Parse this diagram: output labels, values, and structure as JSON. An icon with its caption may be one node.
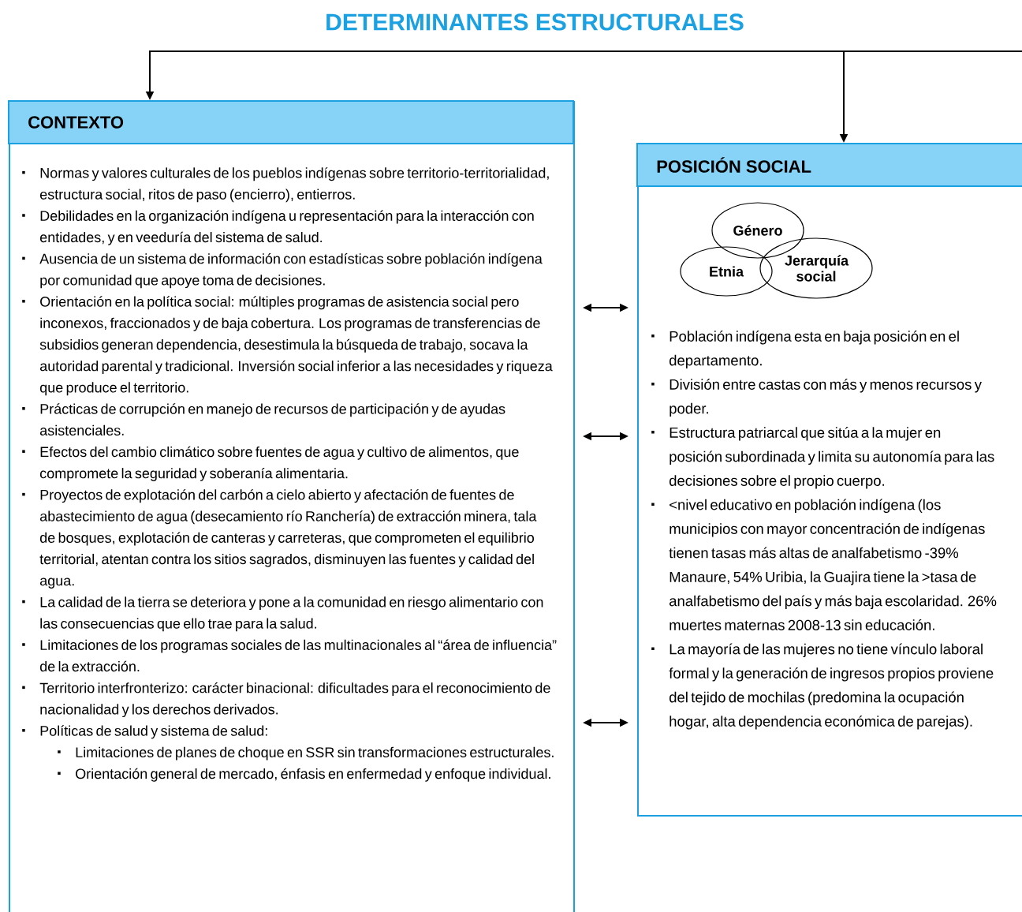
{
  "diagram": {
    "title": "DETERMINANTES ESTRUCTURALES",
    "nodes": [
      {
        "text": [
          "CONTEXTO",
          "Normas y valores culturales de los pueblos indígenas sobre territorio-territorialidad, estructura social, ritos de paso (encierro), entierros.",
          "Debilidades en la organización indígena u representación para la interacción con entidades, y en veeduría del sistema de salud.",
          "Ausencia de un sistema de información con estadísticas sobre población indígena por comunidad que apoye toma de decisiones.",
          "Orientación en la política social: múltiples programas de asistencia social pero inconexos, fraccionados y de baja cobertura. Los programas de transferencias de subsidios generan dependencia, desestimula la búsqueda de trabajo, socava la autoridad parental y tradicional. Inversión social inferior a las necesidades y riqueza que produce el territorio.",
          "Prácticas de corrupción en manejo de recursos de participación y de ayudas asistenciales.",
          "Efectos del cambio climático sobre fuentes de agua y cultivo de alimentos, que compromete la seguridad y soberanía alimentaria.",
          "Proyectos de explotación del carbón a cielo abierto y afectación de fuentes de abastecimiento de agua (desecamiento río Ranchería) de extracción minera, tala de bosques, explotación de canteras y carreteras, que comprometen el equilibrio territorial, atentan contra los sitios sagrados, disminuyen las fuentes y calidad del agua.",
          "La calidad de la tierra se deteriora y pone a la comunidad en riesgo alimentario con las consecuencias que ello trae para la salud.",
          "Limitaciones de los programas sociales de las multinacionales al “área de influencia” de la extracción.",
          "Territorio interfronterizo: carácter binacional: dificultades para el reconocimiento de nacionalidad y los derechos derivados.",
          "Políticas de salud y sistema de salud:",
          "Limitaciones de planes de choque en SSR sin transformaciones estructurales.",
          "Orientación general de mercado, énfasis en enfermedad y enfoque individual."
        ]
      },
      {
        "text": [
          "POSICIÓN SOCIAL",
          "Población indígena esta en baja posición en el departamento.",
          "División entre castas con más y menos recursos y poder.",
          "Estructura patriarcal que sitúa a la mujer en posición subordinada y limita su autonomía para las decisiones sobre el propio cuerpo.",
          "<nivel educativo en población indígena (los municipios con mayor concentración de indígenas tienen tasas más altas de analfabetismo -39% Manaure, 54% Uribia, la Guajira tiene la >tasa de analfabetismo del país y más baja escolaridad. 26% muertes maternas 2008-13 sin educación.",
          "La mayoría de las mujeres no tiene vínculo laboral formal y la generación de ingresos propios proviene del tejido de mochilas (predomina la ocupación hogar, alta dependencia económica de parejas)."
        ]
      },
      {
        "text": [
          "Género"
        ],
        "in": 1
      },
      {
        "text": [
          "Etnia"
        ],
        "in": 1
      },
      {
        "text": [
          "Jerarquía social"
        ],
        "in": 1
      }
    ],
    "edges": [
      {
        "from": null,
        "to": 0,
        "arrow": "to"
      },
      {
        "from": null,
        "to": 1,
        "arrow": "to"
      },
      {
        "from": 0,
        "to": 1,
        "arrow": "both"
      },
      {
        "from": 0,
        "to": 1,
        "arrow": "both"
      },
      {
        "from": 0,
        "to": 1,
        "arrow": "both"
      }
    ]
  }
}
